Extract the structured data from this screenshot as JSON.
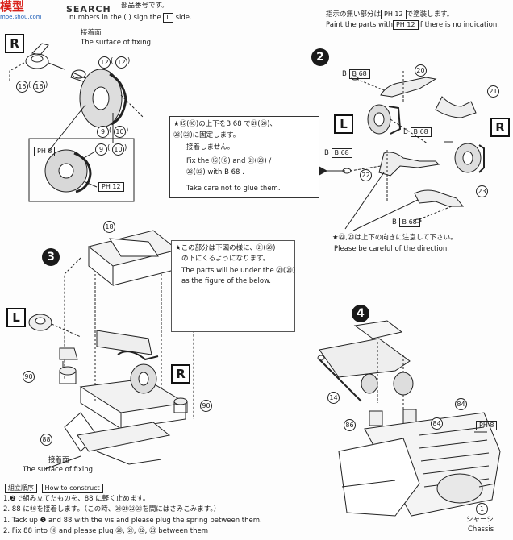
{
  "watermark": {
    "brand_cn": "模型",
    "site": "moe.shou.com",
    "search": "SEARCH"
  },
  "header": {
    "left_jp": "部品番号です。",
    "left_en_prefix": "numbers in the",
    "left_en_paren": "(    )",
    "left_en_suffix": "sign the",
    "left_en_side": "L",
    "left_en_end": "side.",
    "right_jp": "指示の無い部分は",
    "right_jp_tag": "PH 12",
    "right_jp_end": "で塗装します。",
    "right_en": "Paint the parts with",
    "right_en_tag": "PH 12",
    "right_en_end": "if there is no indication."
  },
  "step1": {
    "side": "R",
    "fix_jp": "接着面",
    "fix_en": "The surface of fixing",
    "parts": [
      "12",
      "12",
      "15",
      "16",
      "9",
      "10"
    ],
    "detail": {
      "parts": [
        "9",
        "10"
      ],
      "ph_top": "PH 8",
      "ph_bottom": "PH 12"
    }
  },
  "step2": {
    "number": "2",
    "side_l": "L",
    "side_r": "R",
    "labels": {
      "b68": "B 68",
      "p20": "20",
      "p21": "21",
      "p22": "22",
      "p23": "23"
    },
    "note_lines": [
      "★⑮(⑯)の上下をB 68 で㉑(⑳)、",
      "㉓(㉒)に固定します。",
      "接着しません。",
      "Fix the ⑮(⑯) and ㉑(⑳) /",
      "㉓(㉒) with B 68 .",
      "Take care not to glue them."
    ],
    "direction_jp": "★㉒,㉓は上下の向きに注意して下さい。",
    "direction_en": "Please be careful of the direction."
  },
  "step3": {
    "number": "3",
    "side_l": "L",
    "side_r": "R",
    "parts": [
      "18",
      "90",
      "90",
      "88"
    ],
    "note_jp1": "★この部分は下図の様に、㉑(⑳)",
    "note_jp2": "の下にくるようになります。",
    "note_en1": "The parts will be under the ㉑(⑳)",
    "note_en2": "as the figure of the below.",
    "fix_jp": "接着面",
    "fix_en": "The surface of fixing"
  },
  "step4": {
    "number": "4",
    "parts": [
      "14",
      "84",
      "84",
      "86"
    ],
    "ph": "PH 8",
    "chassis_num": "1",
    "chassis_jp": "シャーシ",
    "chassis_en": "Chassis"
  },
  "footer": {
    "tag_jp": "組立順序",
    "tag_en": "How to construct",
    "lines": [
      "1.❷で組み立てたものを、88 に軽く止めます。",
      "2. 88 に⑱を接着します。（この時、⑳㉑㉒㉓を間にはさみこみます。）",
      "1. Tack up ❷ and 88 with the vis and please plug the spring between them.",
      "2. Fix 88 into ⑱ and please plug ⑳, ㉑, ㉒, ㉓ between them"
    ]
  },
  "colors": {
    "ink": "#1a1a1a",
    "watermark_red": "#d9231c",
    "watermark_blue": "#1f5fb8"
  }
}
